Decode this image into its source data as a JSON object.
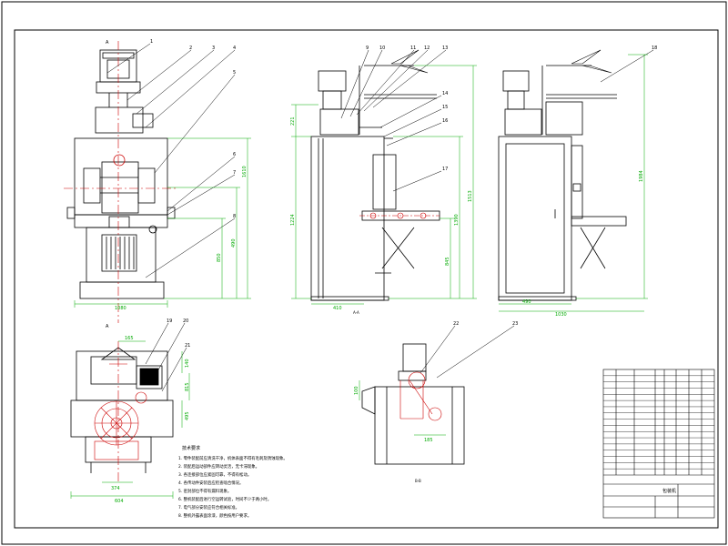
{
  "colors": {
    "outline": "#000000",
    "dimension": "#00aa00",
    "centerline": "#ff0000",
    "leader": "#000000",
    "accent_red": "#cc0000"
  },
  "dimensions": {
    "front_width": "1080",
    "front_height_a": "1610",
    "front_height_b": "490",
    "front_height_c": "850",
    "side_top": "221",
    "side_height": "1224",
    "side_left": "410",
    "side_total": "1513",
    "side_mid": "1390",
    "side_low": "845",
    "rear_height": "1984",
    "rear_bottom": "490",
    "rear_total": "1030",
    "plan_top": "165",
    "plan_right_a": "140",
    "plan_right_b": "815",
    "plan_right_c": "495",
    "plan_bottom_a": "374",
    "plan_bottom_b": "604",
    "detail_left": "100",
    "detail_bottom": "185"
  },
  "view_labels": {
    "side_section": "A-A",
    "detail_section": "B-B"
  },
  "section_marks": {
    "top": "A",
    "bottom": "A"
  },
  "balloons": {
    "front": [
      "1",
      "2",
      "3",
      "4",
      "5",
      "6",
      "7",
      "8"
    ],
    "side": [
      "9",
      "10",
      "11",
      "12",
      "13",
      "14",
      "15",
      "16",
      "17"
    ],
    "rear": [
      "18"
    ],
    "plan": [
      "19",
      "20",
      "21"
    ],
    "detail": [
      "22",
      "23"
    ]
  },
  "notes": {
    "title": "技术要求",
    "lines": [
      "1. 零件装配前应清洗干净，机体表面不得有毛刺及锈蚀现象。",
      "2. 装配后运动部件应转动灵活，无卡滞现象。",
      "3. 各连接部位应紧固可靠，不得有松动。",
      "4. 各传动件安装后应检查啮合情况。",
      "5. 密封部位不得有漏料现象。",
      "6. 整机装配后进行空运转试验，时间不少于两小时。",
      "7. 电气部分安装应符合相关标准。",
      "8. 整机外露表面涂漆，颜色按用户要求。"
    ]
  },
  "title_block": {
    "name": "包装机",
    "part_rows": 17
  }
}
